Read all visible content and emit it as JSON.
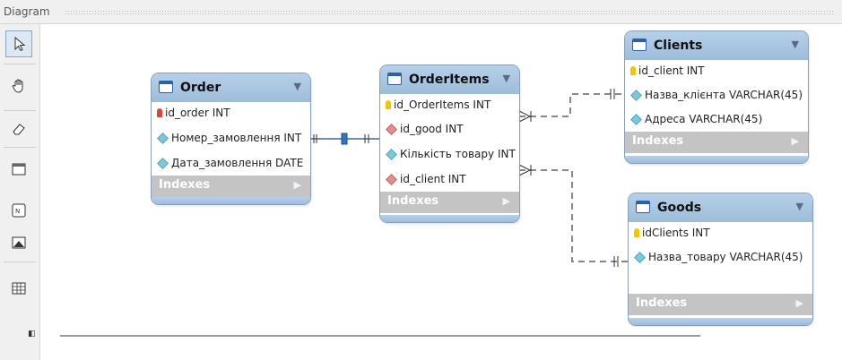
{
  "window": {
    "title": "Diagram"
  },
  "toolbar": {
    "tools": [
      {
        "name": "pointer-icon",
        "active": true
      },
      {
        "name": "hand-icon"
      },
      {
        "name": "eraser-icon"
      },
      {
        "name": "layer-icon"
      },
      {
        "name": "note-icon"
      },
      {
        "name": "image-icon"
      },
      {
        "name": "table-icon"
      }
    ]
  },
  "tables": {
    "order": {
      "title": "Order",
      "columns": [
        {
          "name": "id_order INT",
          "kind": "pk"
        },
        {
          "name": "Номер_замовлення INT",
          "kind": "col"
        },
        {
          "name": "Дата_замовлення DATE",
          "kind": "col"
        }
      ],
      "indexes_label": "Indexes"
    },
    "orderitems": {
      "title": "OrderItems",
      "columns": [
        {
          "name": "id_OrderItems INT",
          "kind": "pk"
        },
        {
          "name": "id_good INT",
          "kind": "fk"
        },
        {
          "name": "Кількість товару INT",
          "kind": "col"
        },
        {
          "name": "id_client INT",
          "kind": "fk"
        }
      ],
      "indexes_label": "Indexes"
    },
    "clients": {
      "title": "Clients",
      "columns": [
        {
          "name": "id_client INT",
          "kind": "pk"
        },
        {
          "name": "Назва_клієнта VARCHAR(45)",
          "kind": "col"
        },
        {
          "name": "Адреса VARCHAR(45)",
          "kind": "col"
        }
      ],
      "indexes_label": "Indexes"
    },
    "goods": {
      "title": "Goods",
      "columns": [
        {
          "name": "idClients INT",
          "kind": "pk"
        },
        {
          "name": "Назва_товару VARCHAR(45)",
          "kind": "col"
        }
      ],
      "indexes_label": "Indexes"
    }
  },
  "colors": {
    "header": "#a8c6e2",
    "pk_key": "#f5c400",
    "pk_key_order": "#d9483a",
    "fk_diamond": "#e48d8d",
    "col_diamond": "#7ec9d8",
    "indexes_bar": "#c4c4c4",
    "relation_line": "#8a8a8a"
  }
}
